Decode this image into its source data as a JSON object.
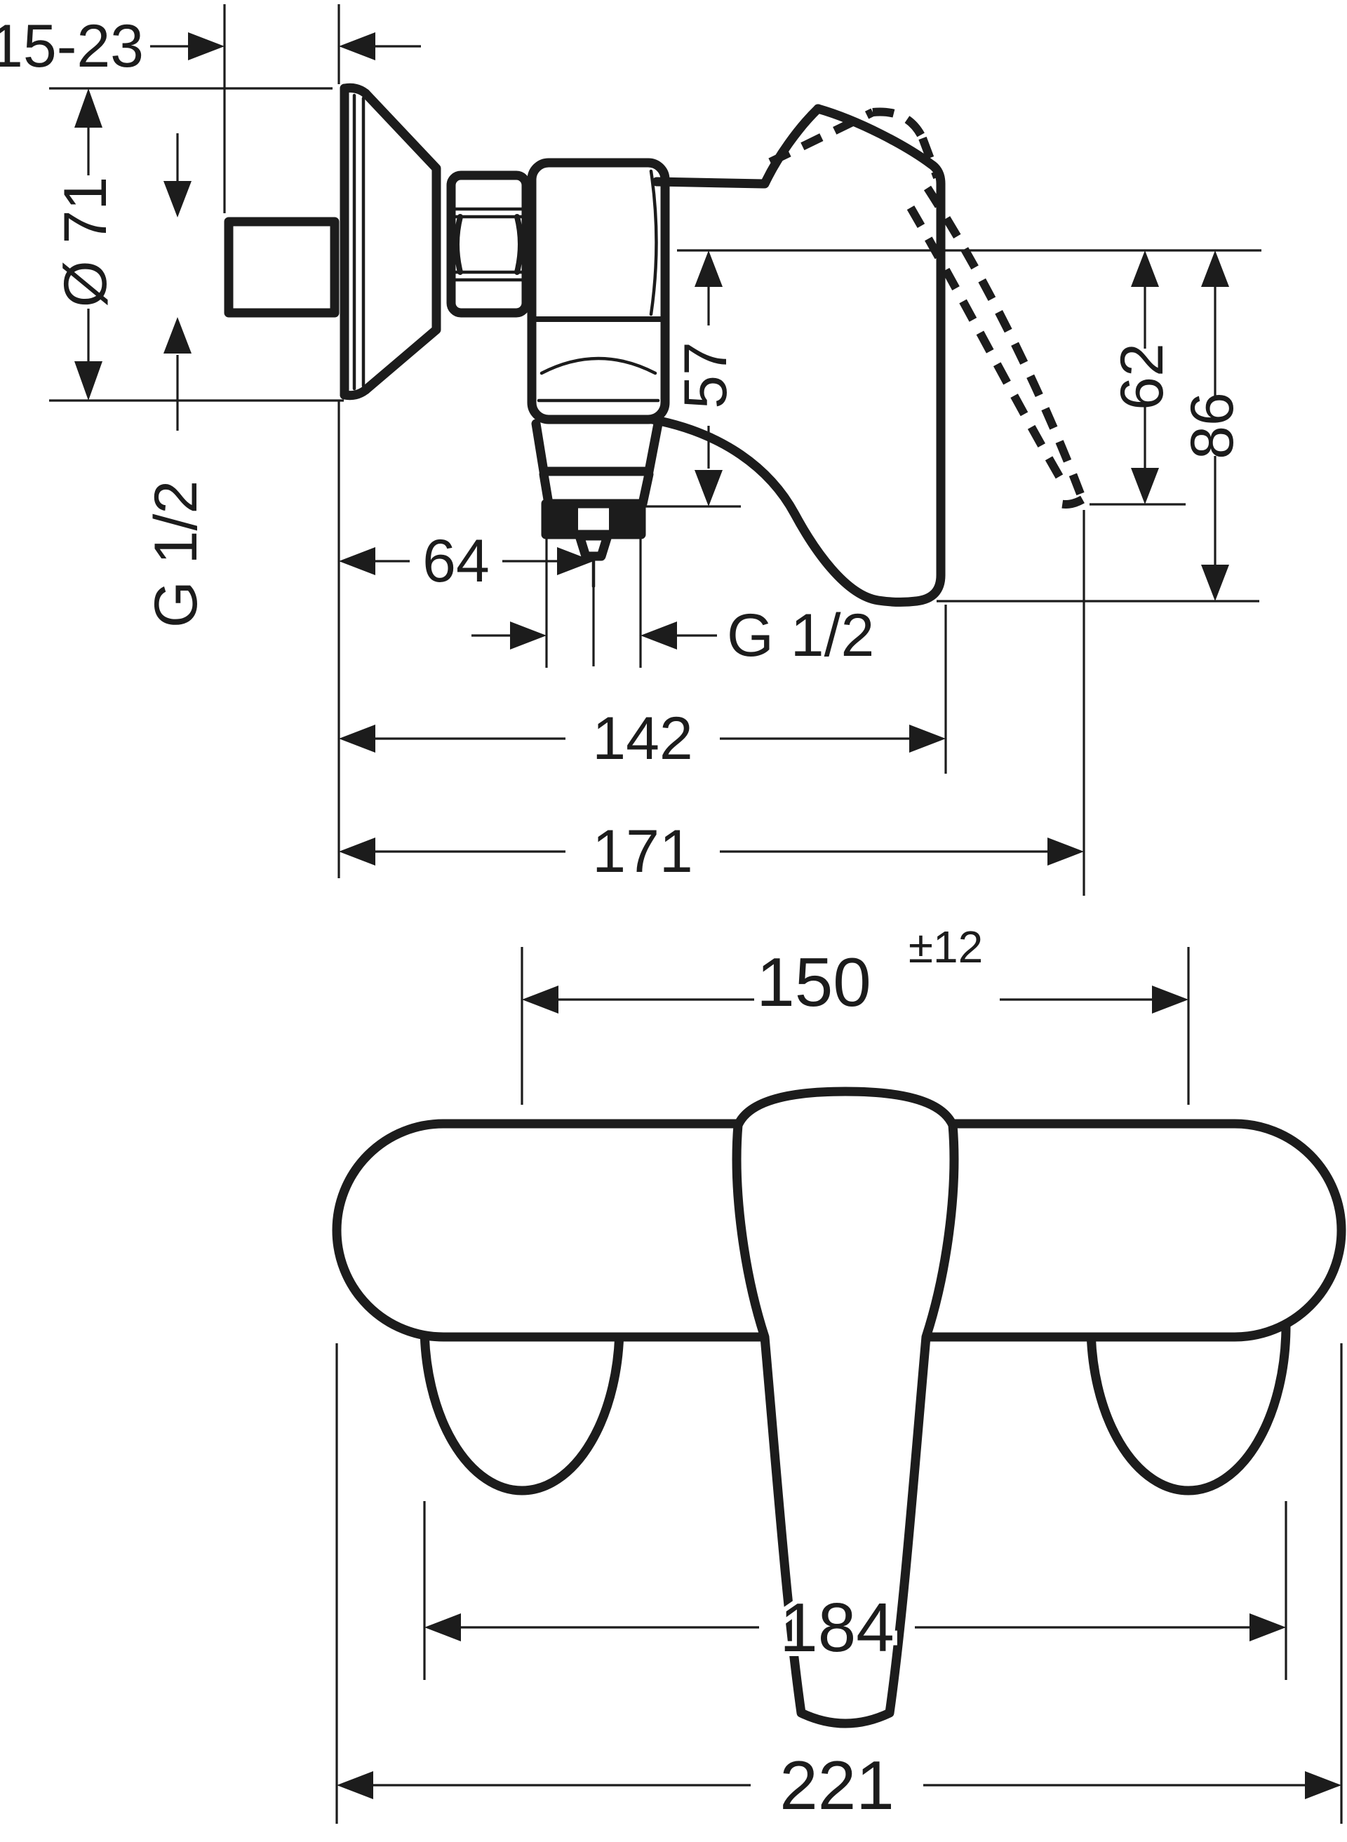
{
  "figure": {
    "background": "#ffffff",
    "line_color": "#1c1c1c",
    "side_view": {
      "wall_offset_range": "15-23",
      "escutcheon_diameter": "Ø 71",
      "supply_thread": "G 1/2",
      "outlet_thread": "G 1/2",
      "axis_to_outlet": "57",
      "wall_to_outlet_center": "64",
      "wall_to_handle_front": "142",
      "total_projection": "171",
      "axis_to_handle_open": "62",
      "axis_to_handle_closed": "86"
    },
    "front_view": {
      "connection_center_distance": "150",
      "connection_tolerance": "±12",
      "escutcheon_outer_span": "184",
      "total_width": "221"
    }
  }
}
